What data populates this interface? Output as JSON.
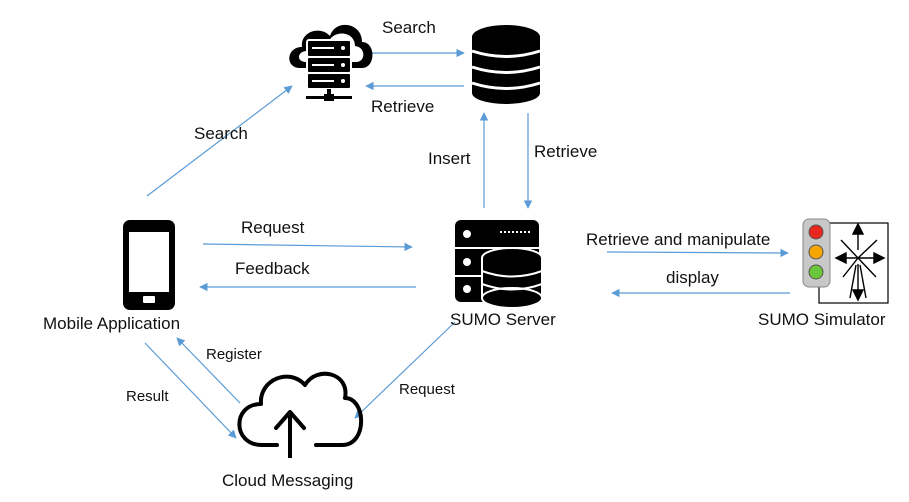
{
  "nodes": {
    "cloud_server": {
      "label": ""
    },
    "database": {
      "label": ""
    },
    "mobile_app": {
      "label": "Mobile Application"
    },
    "sumo_server": {
      "label": "SUMO Server"
    },
    "sumo_simulator": {
      "label": "SUMO Simulator"
    },
    "cloud_messaging": {
      "label": "Cloud Messaging"
    }
  },
  "edges": {
    "search_top": "Search",
    "retrieve_top": "Retrieve",
    "search_left": "Search",
    "insert": "Insert",
    "retrieve_right": "Retrieve",
    "request_mid": "Request",
    "feedback": "Feedback",
    "retrieve_manipulate": "Retrieve and manipulate",
    "display": "display",
    "register": "Register",
    "result": "Result",
    "request_bottom": "Request"
  },
  "colors": {
    "arrow": "#5b9bd5",
    "icon": "#000000",
    "light_red": "#e8281e",
    "light_amber": "#f5a700",
    "light_green": "#6cc63a"
  }
}
